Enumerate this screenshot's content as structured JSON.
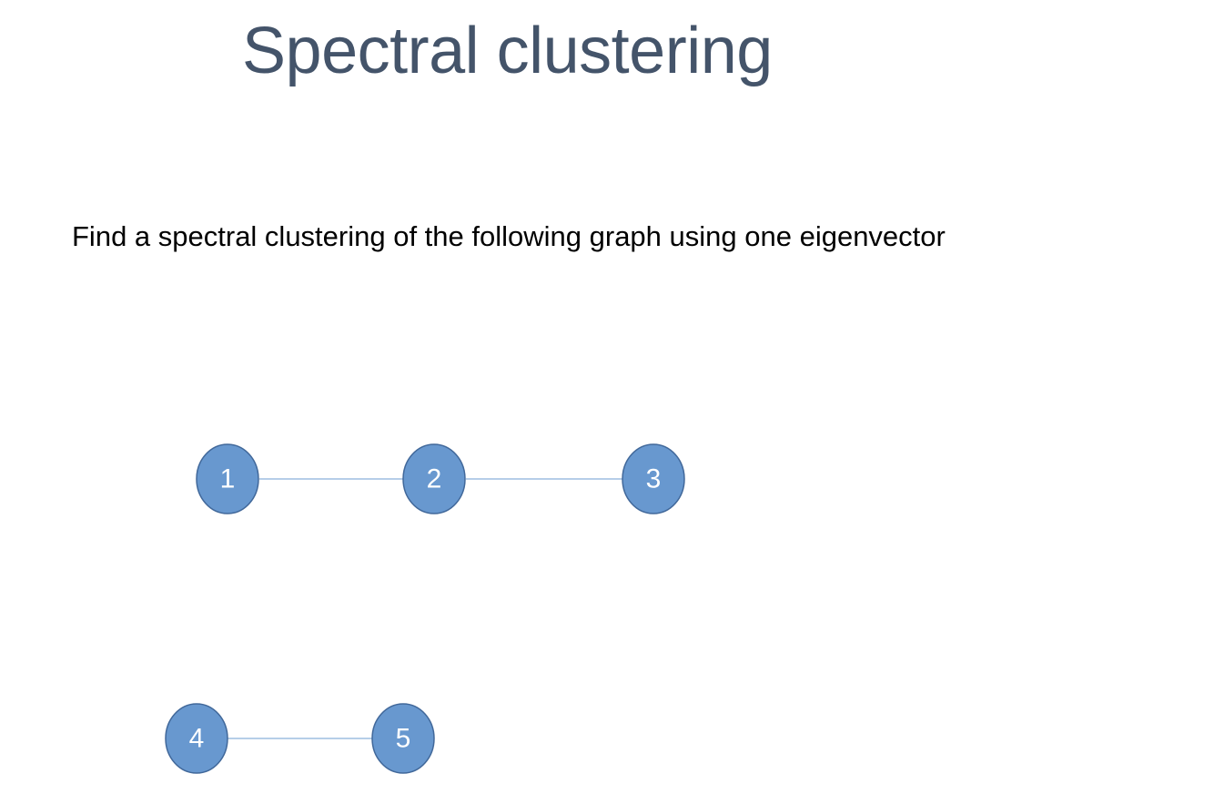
{
  "slide": {
    "title": "Spectral clustering",
    "prompt": "Find a spectral clustering of the following graph using one eigenvector"
  },
  "graph": {
    "nodes": [
      {
        "id": "1",
        "label": "1"
      },
      {
        "id": "2",
        "label": "2"
      },
      {
        "id": "3",
        "label": "3"
      },
      {
        "id": "4",
        "label": "4"
      },
      {
        "id": "5",
        "label": "5"
      }
    ],
    "edges": [
      {
        "source": "1",
        "target": "2"
      },
      {
        "source": "2",
        "target": "3"
      },
      {
        "source": "4",
        "target": "5"
      }
    ],
    "colors": {
      "node_fill": "#6898CF",
      "node_stroke": "#41689A",
      "edge": "#9DBDE0",
      "title": "#44546A"
    }
  }
}
